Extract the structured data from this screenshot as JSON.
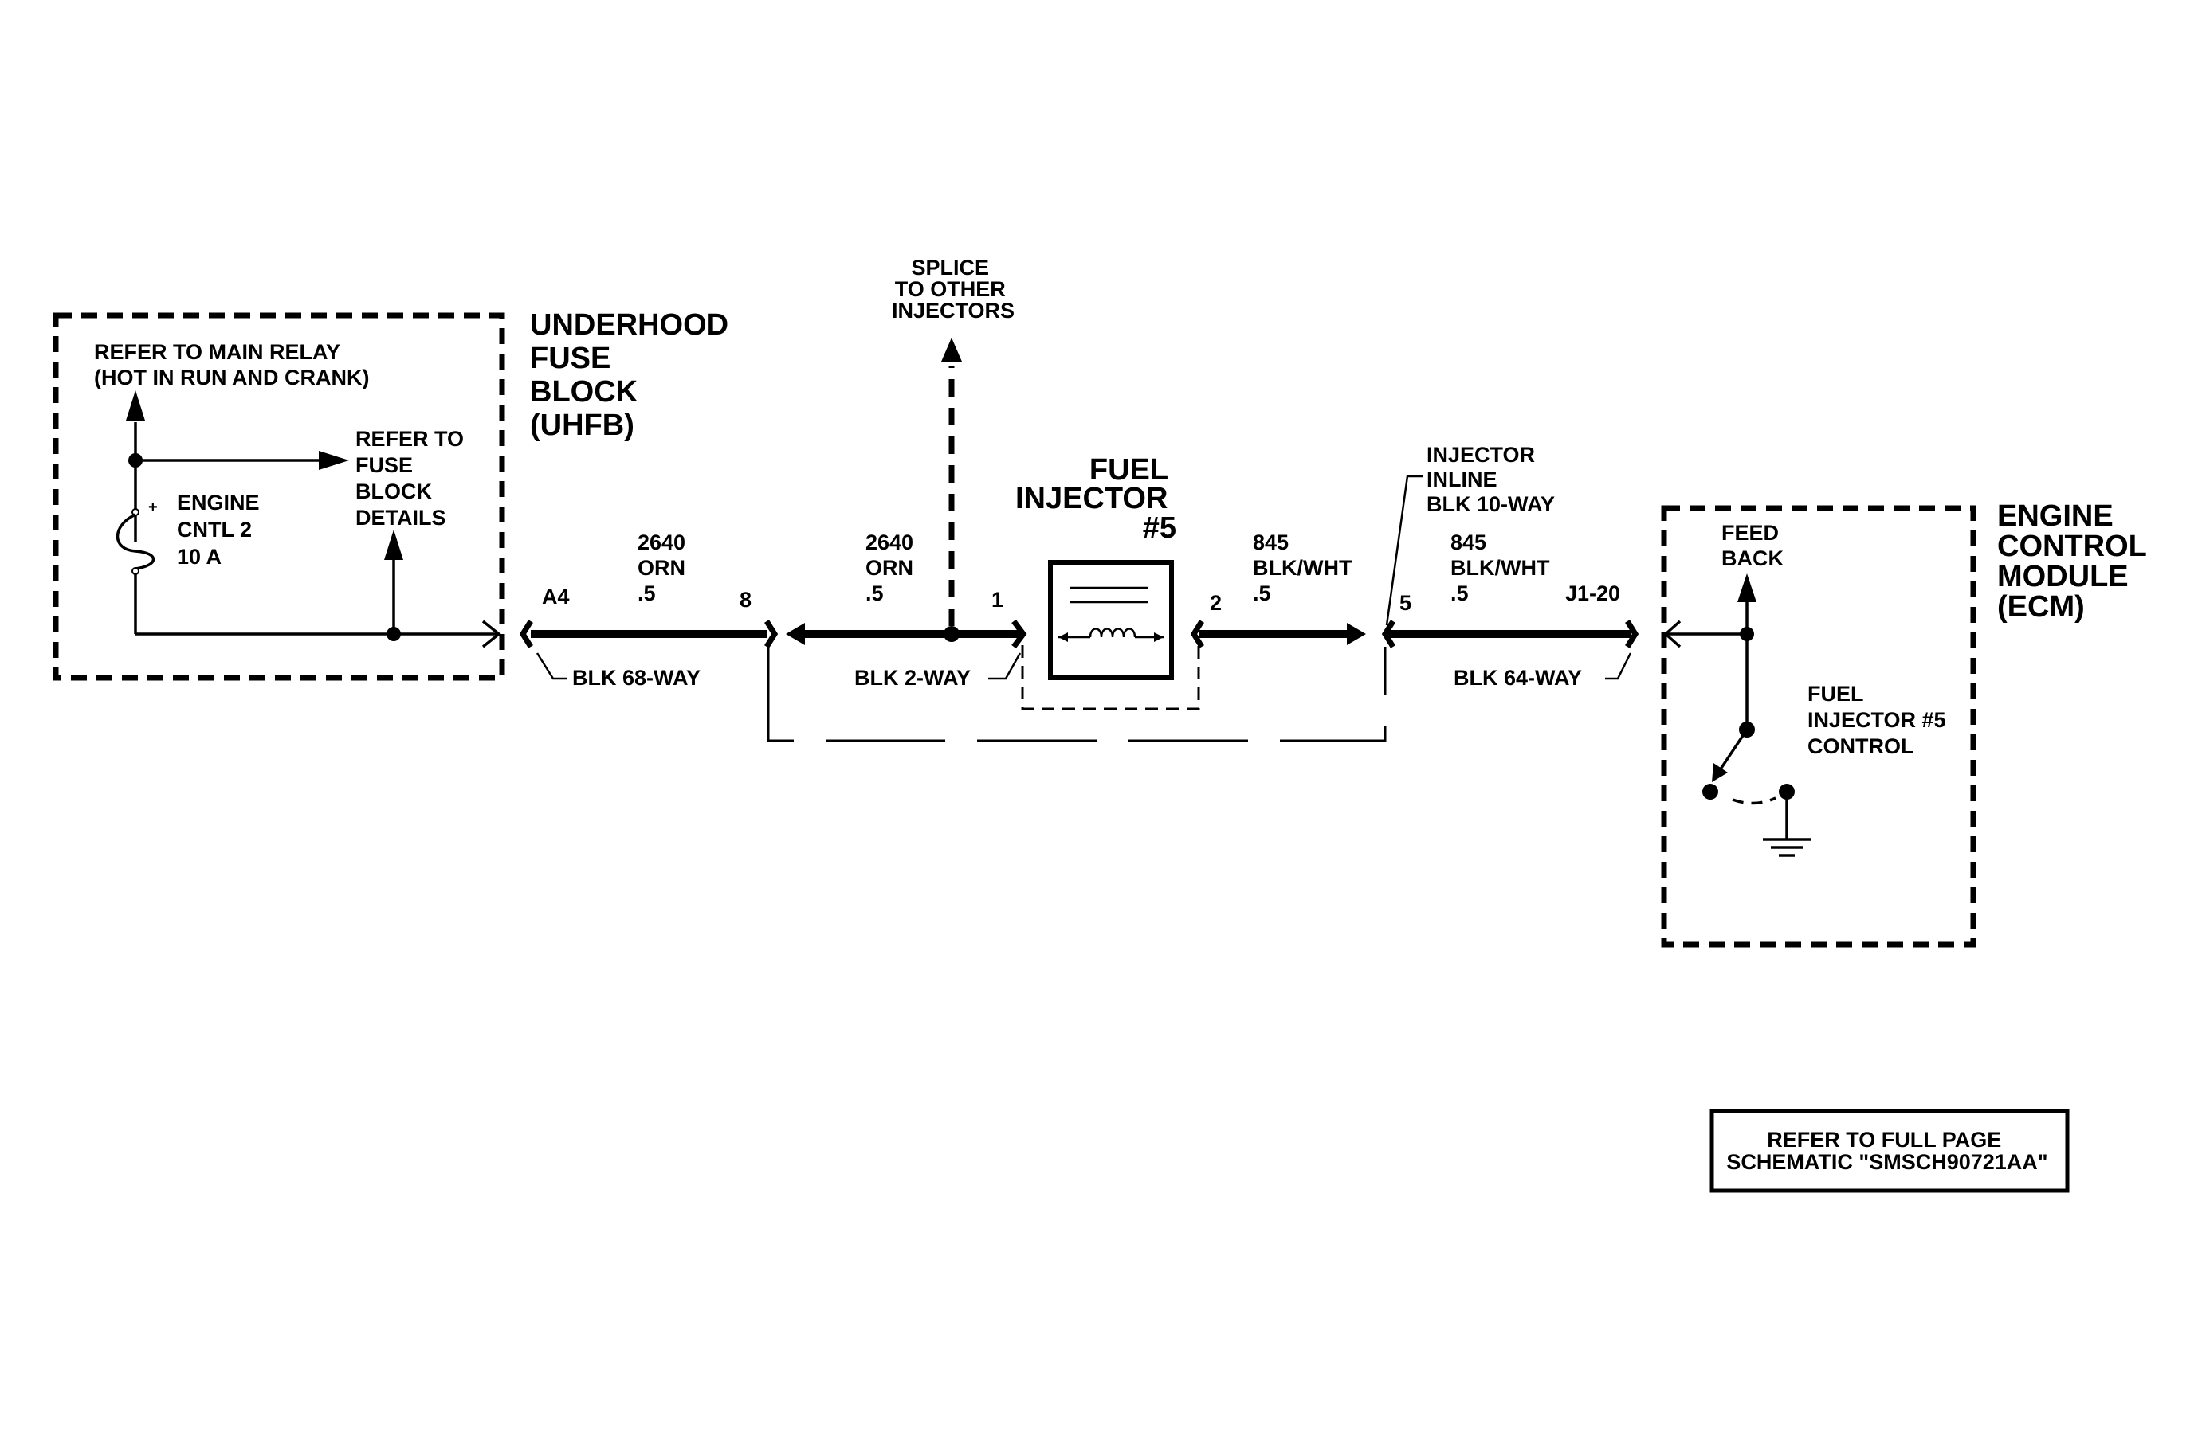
{
  "uhfb": {
    "title_lines": [
      "UNDERHOOD",
      "FUSE",
      "BLOCK",
      "(UHFB)"
    ],
    "main_relay_lines": [
      "REFER TO MAIN RELAY",
      "(HOT IN RUN AND CRANK)"
    ],
    "fuse_ref_lines": [
      "REFER TO",
      "FUSE",
      "BLOCK",
      "DETAILS"
    ],
    "fuse_lines": [
      "ENGINE",
      "CNTL 2",
      "10 A"
    ],
    "fuse_plus": "+"
  },
  "splice_lines": [
    "SPLICE",
    "TO OTHER",
    "INJECTORS"
  ],
  "injector_title_lines": [
    "FUEL",
    "INJECTOR",
    "#5"
  ],
  "inline_conn_lines": [
    "INJECTOR",
    "INLINE",
    "BLK 10-WAY"
  ],
  "ecm": {
    "title_lines": [
      "ENGINE",
      "CONTROL",
      "MODULE",
      "(ECM)"
    ],
    "feedback_lines": [
      "FEED",
      "BACK"
    ],
    "control_lines": [
      "FUEL",
      "INJECTOR #5",
      "CONTROL"
    ]
  },
  "wires": {
    "w1": [
      "2640",
      "ORN",
      ".5"
    ],
    "w2": [
      "2640",
      "ORN",
      ".5"
    ],
    "w3": [
      "845",
      "BLK/WHT",
      ".5"
    ],
    "w4": [
      "845",
      "BLK/WHT",
      ".5"
    ]
  },
  "pins": {
    "a4": "A4",
    "p8": "8",
    "p1": "1",
    "p2": "2",
    "p5": "5",
    "j1_20": "J1-20"
  },
  "connectors": {
    "blk68": "BLK 68-WAY",
    "blk2": "BLK 2-WAY",
    "blk64": "BLK 64-WAY"
  },
  "refer_box_lines": [
    "REFER TO FULL PAGE",
    "SCHEMATIC \"SMSCH90721AA\""
  ]
}
